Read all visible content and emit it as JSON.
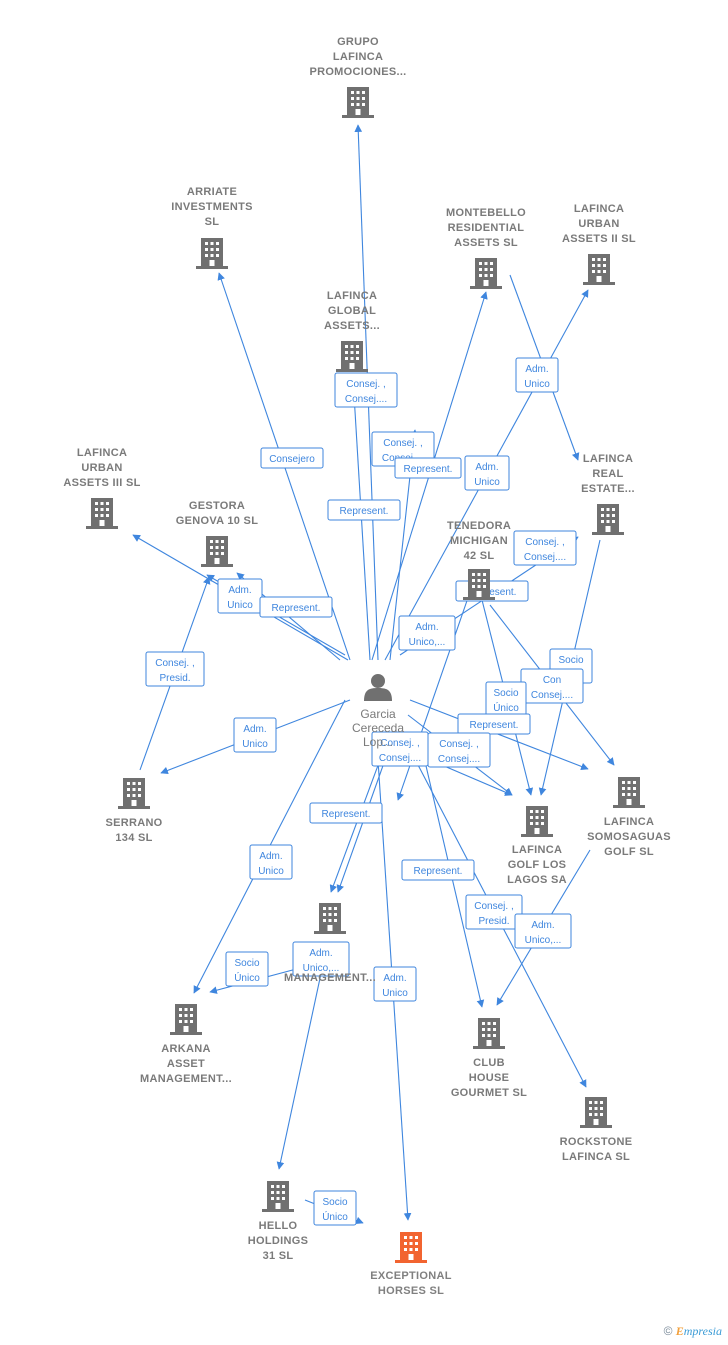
{
  "person": {
    "label": [
      "Garcia",
      "Cereceda",
      "Lop..."
    ]
  },
  "companies": [
    {
      "id": "grupo",
      "label": [
        "GRUPO",
        "LAFINCA",
        "PROMOCIONES..."
      ],
      "highlight": false
    },
    {
      "id": "arriate",
      "label": [
        "ARRIATE",
        "INVESTMENTS",
        "SL"
      ],
      "highlight": false
    },
    {
      "id": "montebello",
      "label": [
        "MONTEBELLO",
        "RESIDENTIAL",
        "ASSETS  SL"
      ],
      "highlight": false
    },
    {
      "id": "urban2",
      "label": [
        "LAFINCA",
        "URBAN",
        "ASSETS II  SL"
      ],
      "highlight": false
    },
    {
      "id": "global",
      "label": [
        "LAFINCA",
        "GLOBAL",
        "ASSETS..."
      ],
      "highlight": false
    },
    {
      "id": "urban3",
      "label": [
        "LAFINCA",
        "URBAN",
        "ASSETS III  SL"
      ],
      "highlight": false
    },
    {
      "id": "gestora",
      "label": [
        "GESTORA",
        "GENOVA 10 SL"
      ],
      "highlight": false
    },
    {
      "id": "realestate",
      "label": [
        "LAFINCA",
        "REAL",
        "ESTATE..."
      ],
      "highlight": false
    },
    {
      "id": "tenedora",
      "label": [
        "TENEDORA",
        "MICHIGAN",
        "42 SL"
      ],
      "highlight": false
    },
    {
      "id": "serrano",
      "label": [
        "SERRANO",
        "134 SL"
      ],
      "highlight": false
    },
    {
      "id": "golf",
      "label": [
        "LAFINCA",
        "GOLF LOS",
        "LAGOS SA"
      ],
      "highlight": false
    },
    {
      "id": "somosaguas",
      "label": [
        "LAFINCA",
        "SOMOSAGUAS",
        "GOLF  SL"
      ],
      "highlight": false
    },
    {
      "id": "management",
      "label": [
        "MANAGEMENT..."
      ],
      "highlight": false
    },
    {
      "id": "arkana",
      "label": [
        "ARKANA",
        "ASSET",
        "MANAGEMENT..."
      ],
      "highlight": false
    },
    {
      "id": "clubhouse",
      "label": [
        "CLUB",
        "HOUSE",
        "GOURMET  SL"
      ],
      "highlight": false
    },
    {
      "id": "rockstone",
      "label": [
        "ROCKSTONE",
        "LAFINCA  SL"
      ],
      "highlight": false
    },
    {
      "id": "hello",
      "label": [
        "HELLO",
        "HOLDINGS",
        "31  SL"
      ],
      "highlight": false
    },
    {
      "id": "exceptional",
      "label": [
        "EXCEPTIONAL",
        "HORSES  SL"
      ],
      "highlight": true
    }
  ],
  "relations": [
    {
      "id": "r-grupo",
      "text": [
        "Consej. ,",
        "Consej...."
      ]
    },
    {
      "id": "r-arriate",
      "text": [
        "Consejero"
      ]
    },
    {
      "id": "r-global",
      "text": [
        "Consej. ,",
        "Consej...."
      ]
    },
    {
      "id": "r-represent-mid",
      "text": [
        "Represent."
      ]
    },
    {
      "id": "r-montebello",
      "text": [
        "Adm.",
        "Unico"
      ]
    },
    {
      "id": "r-urban2",
      "text": [
        "Adm.",
        "Unico"
      ]
    },
    {
      "id": "r-represent-left",
      "text": [
        "Represent."
      ]
    },
    {
      "id": "r-gestora-adm",
      "text": [
        "Adm.",
        "Unico"
      ]
    },
    {
      "id": "r-gestora-rep",
      "text": [
        "Represent."
      ]
    },
    {
      "id": "r-tenedora-consej",
      "text": [
        "Consej. ,",
        "Consej...."
      ]
    },
    {
      "id": "r-tenedora-rep",
      "text": [
        "Represent."
      ]
    },
    {
      "id": "r-adm-unico-dots",
      "text": [
        "Adm.",
        "Unico,..."
      ]
    },
    {
      "id": "r-serrano-presid",
      "text": [
        "Consej. ,",
        "Presid."
      ]
    },
    {
      "id": "r-serrano-adm",
      "text": [
        "Adm.",
        "Unico"
      ]
    },
    {
      "id": "r-socio-realestate",
      "text": [
        "Socio",
        "Único"
      ]
    },
    {
      "id": "r-consej-somos",
      "text": [
        "Con",
        "Consej...."
      ]
    },
    {
      "id": "r-socio-golf",
      "text": [
        "Socio",
        "Único"
      ]
    },
    {
      "id": "r-represent-golf",
      "text": [
        "Represent."
      ]
    },
    {
      "id": "r-consej-a",
      "text": [
        "Consej. ,",
        "Consej...."
      ]
    },
    {
      "id": "r-consej-b",
      "text": [
        "Consej. ,",
        "Consej...."
      ]
    },
    {
      "id": "r-represent-mgmt",
      "text": [
        "Represent."
      ]
    },
    {
      "id": "r-adm-arkana",
      "text": [
        "Adm.",
        "Unico"
      ]
    },
    {
      "id": "r-represent-club",
      "text": [
        "Represent."
      ]
    },
    {
      "id": "r-consej-presid-club",
      "text": [
        "Consej. ,",
        "Presid."
      ]
    },
    {
      "id": "r-adm-unico-club",
      "text": [
        "Adm.",
        "Unico,..."
      ]
    },
    {
      "id": "r-socio-arkana",
      "text": [
        "Socio",
        "Único"
      ]
    },
    {
      "id": "r-adm-mgmt",
      "text": [
        "Adm.",
        "Unico,..."
      ]
    },
    {
      "id": "r-adm-exceptional",
      "text": [
        "Adm.",
        "Unico"
      ]
    },
    {
      "id": "r-socio-exceptional",
      "text": [
        "Socio",
        "Único"
      ]
    }
  ],
  "colors": {
    "edge": "#3f86de",
    "building": "#707070",
    "building_highlight": "#f26430",
    "person": "#707070"
  },
  "footer": {
    "copyright": "©",
    "brand_initial": "E",
    "brand_rest": "mpresia"
  }
}
